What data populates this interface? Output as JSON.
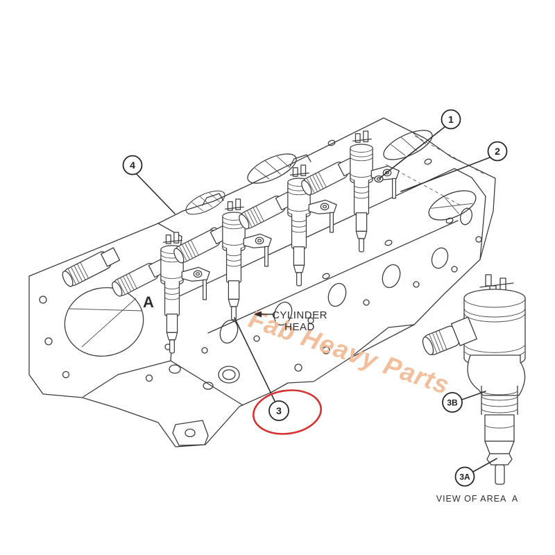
{
  "diagram": {
    "type": "exploded-parts-diagram",
    "subject": "Fuel injectors mounted on engine cylinder head with detail view",
    "labels": {
      "component_line1": "CYLINDER",
      "component_line2": "HEAD",
      "area_marker": "A",
      "view_caption": "VIEW OF AREA  A"
    },
    "callouts": {
      "c1": "1",
      "c2": "2",
      "c3": "3",
      "c4": "4",
      "c3a": "3A",
      "c3b": "3B"
    },
    "highlighted_callout": "3",
    "watermark": {
      "text": "Fab Heavy Parts",
      "color": "#f3bb97"
    },
    "colors": {
      "line": "#3b3b3b",
      "text": "#2d2d2d",
      "highlight_red": "#d53230",
      "background": "#ffffff"
    }
  }
}
